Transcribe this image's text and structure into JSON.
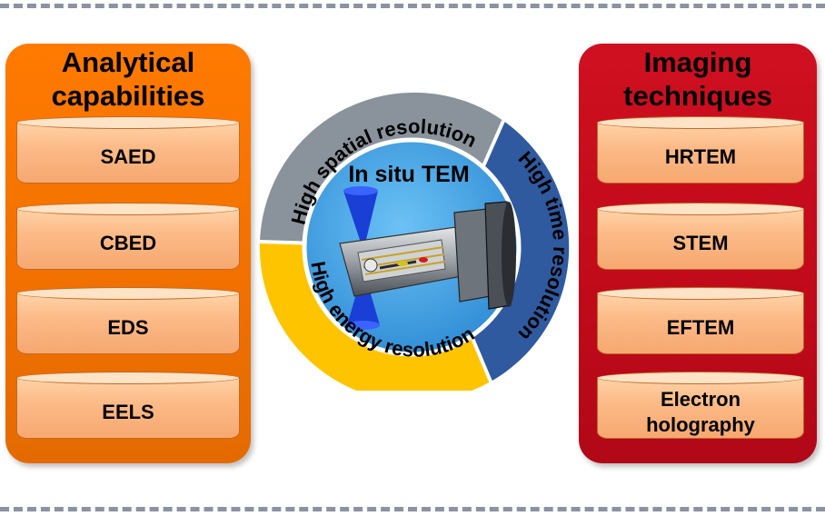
{
  "left_panel": {
    "title_line1": "Analytical",
    "title_line2": "capabilities",
    "items": [
      {
        "label": "SAED"
      },
      {
        "label": "CBED"
      },
      {
        "label": "EDS"
      },
      {
        "label": "EELS"
      }
    ]
  },
  "right_panel": {
    "title_line1": "Imaging",
    "title_line2": "techniques",
    "items": [
      {
        "label": "HRTEM"
      },
      {
        "label": "STEM"
      },
      {
        "label": "EFTEM"
      },
      {
        "label_line1": "Electron",
        "label_line2": "holography"
      }
    ]
  },
  "center": {
    "title": "In situ TEM",
    "arc_spatial": "High spatial resolution",
    "arc_time": "High time resolution",
    "arc_energy": "High energy resolution"
  },
  "colors": {
    "left_panel": "#f07000",
    "right_panel": "#c00a1a",
    "cylinder": "#fcbb88",
    "arc_spatial": "#8a939c",
    "arc_time": "#2f5aa0",
    "arc_energy": "#ffc400",
    "center_circle": "#3d9de0"
  }
}
